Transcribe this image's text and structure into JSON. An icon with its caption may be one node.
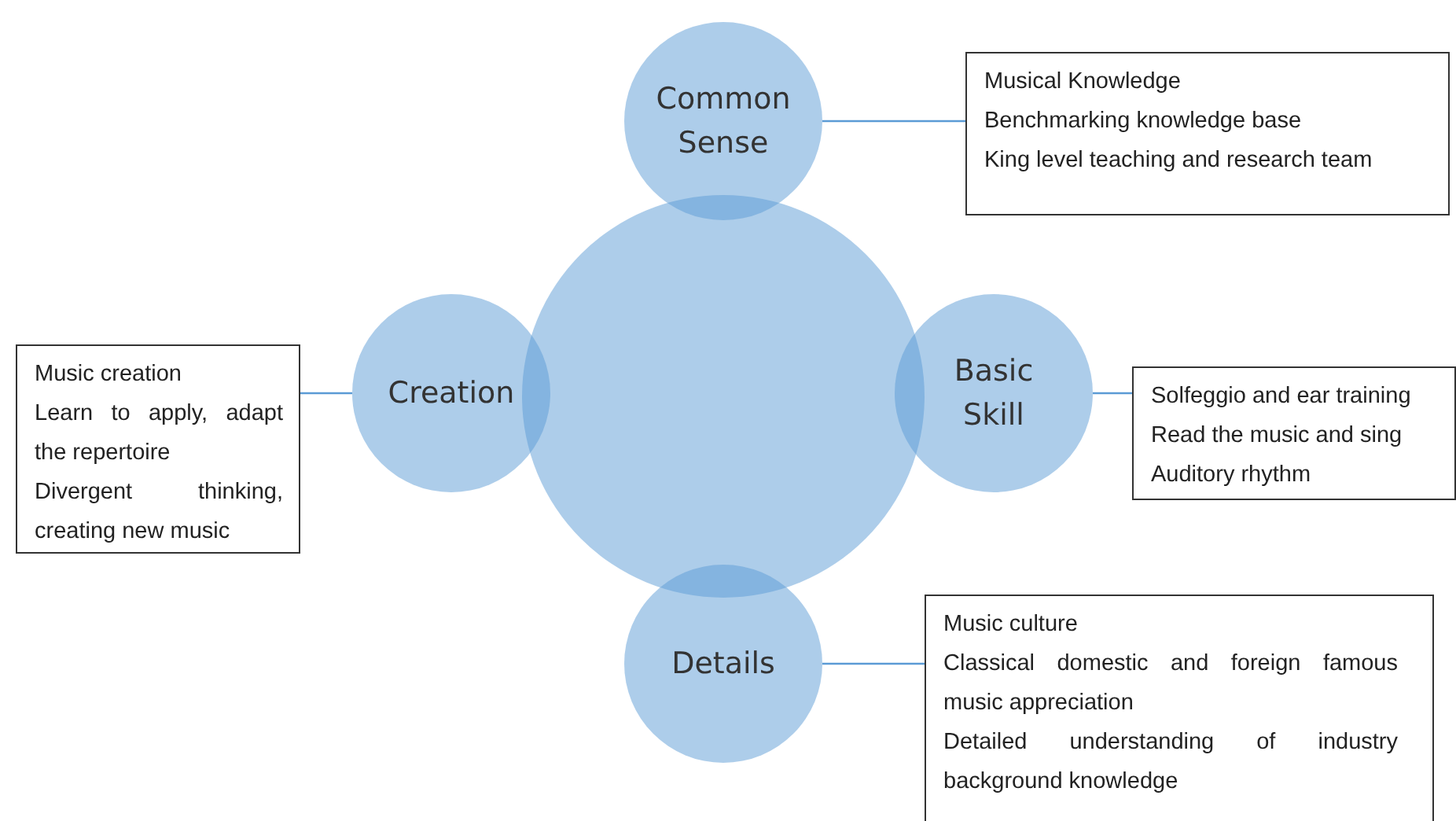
{
  "diagram": {
    "nodes": [
      {
        "text": [],
        "shape": "circle"
      },
      {
        "text": [
          "Common Sense"
        ]
      },
      {
        "text": [
          "Creation"
        ]
      },
      {
        "text": [
          "Basic Skill"
        ]
      },
      {
        "text": [
          "Details"
        ]
      },
      {
        "text": [
          "Musical Knowledge",
          "Benchmarking knowledge base",
          "King level teaching and research team"
        ]
      },
      {
        "text": [
          "Music creation",
          "Learn to apply, adapt the repertoire",
          "Divergent thinking, creating new music"
        ]
      },
      {
        "text": [
          "Solfeggio and ear training",
          "Read the music and sing",
          "Auditory rhythm"
        ]
      },
      {
        "text": [
          "Music culture",
          "Classical domestic and foreign famous music appreciation",
          "Detailed understanding of industry background knowledge"
        ]
      }
    ],
    "edges": [
      {
        "from": 1,
        "to": 5,
        "arrow": "none"
      },
      {
        "from": 6,
        "to": 2,
        "arrow": "none"
      },
      {
        "from": 3,
        "to": 7,
        "arrow": "none"
      },
      {
        "from": 4,
        "to": 8,
        "arrow": "none"
      }
    ]
  }
}
